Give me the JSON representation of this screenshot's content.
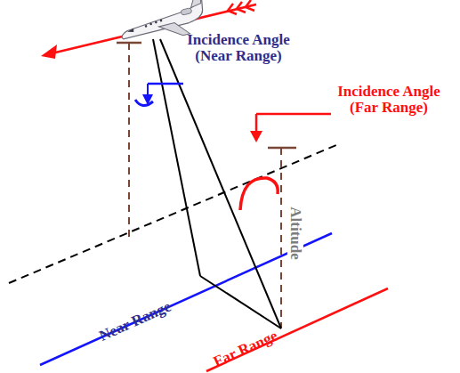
{
  "diagram": {
    "labels": [
      "Incidence Angle (Near Range)",
      "Incidence Angle (Far Range)",
      "Altitude",
      "Near Range",
      "Far Range"
    ]
  }
}
